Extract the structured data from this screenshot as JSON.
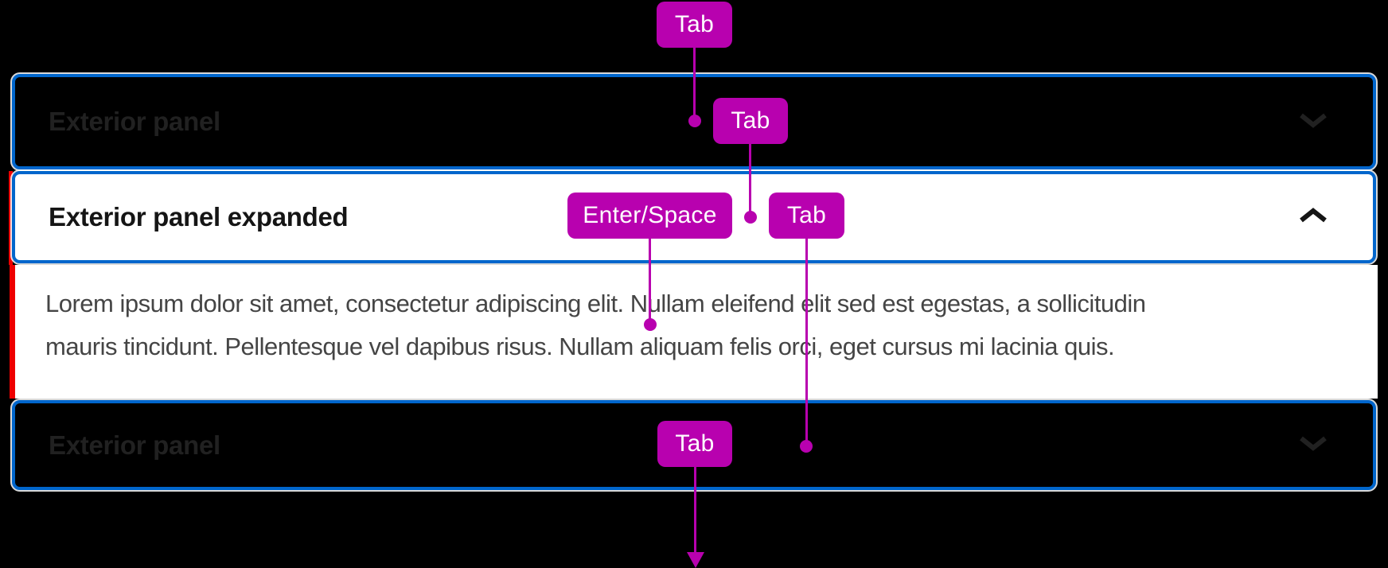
{
  "colors": {
    "page-bg": "#000000",
    "focus-ring": "#0066CC",
    "accent-red": "#EE0000",
    "annotation": "#B801AF",
    "badge-text": "#FFFFFF",
    "panel-dark-bg": "#000000",
    "panel-dark-text": "#212121",
    "panel-light-bg": "#FFFFFF",
    "header-text": "#151515",
    "body-text": "#454545"
  },
  "accordion": {
    "panels": [
      {
        "title": "Exterior panel",
        "state": "collapsed",
        "icon": "chevron-down"
      },
      {
        "title": "Exterior panel expanded",
        "state": "expanded",
        "icon": "chevron-up",
        "content_lines": [
          "Lorem ipsum dolor sit amet, consectetur adipiscing elit. Nullam eleifend elit sed est egestas, a sollicitudin",
          "mauris tincidunt. Pellentesque vel dapibus risus. Nullam aliquam felis orci, eget cursus mi lacinia quis."
        ]
      },
      {
        "title": "Exterior panel",
        "state": "collapsed",
        "icon": "chevron-down"
      }
    ]
  },
  "annotations": {
    "badges": [
      {
        "id": "tab-to-first-panel",
        "label": "Tab"
      },
      {
        "id": "tab-to-expanded-panel",
        "label": "Tab"
      },
      {
        "id": "enter-space-toggle",
        "label": "Enter/Space"
      },
      {
        "id": "tab-to-last-panel",
        "label": "Tab"
      },
      {
        "id": "tab-exit",
        "label": "Tab"
      }
    ]
  }
}
